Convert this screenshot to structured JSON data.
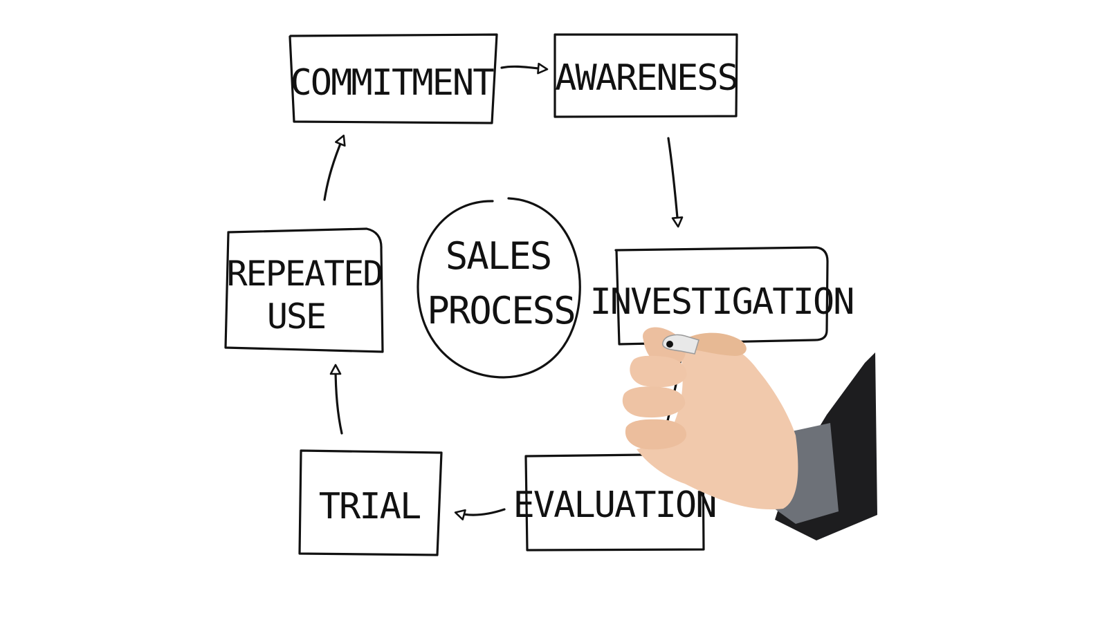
{
  "diagram": {
    "center": {
      "lines": [
        "SALES",
        "PROCESS"
      ]
    },
    "steps": [
      {
        "id": "commitment",
        "lines": [
          "COMMITMENT"
        ]
      },
      {
        "id": "awareness",
        "lines": [
          "AWARENESS"
        ]
      },
      {
        "id": "investigation",
        "lines": [
          "INVESTIGATION"
        ]
      },
      {
        "id": "evaluation",
        "lines": [
          "EVALUATION"
        ]
      },
      {
        "id": "trial",
        "lines": [
          "TRIAL"
        ]
      },
      {
        "id": "repeated-use",
        "lines": [
          "REPEATED",
          "USE"
        ]
      }
    ],
    "flow": [
      {
        "from": "commitment",
        "to": "awareness"
      },
      {
        "from": "awareness",
        "to": "investigation"
      },
      {
        "from": "investigation",
        "to": "evaluation"
      },
      {
        "from": "evaluation",
        "to": "trial"
      },
      {
        "from": "trial",
        "to": "repeated-use"
      },
      {
        "from": "repeated-use",
        "to": "commitment"
      }
    ],
    "colors": {
      "ink": "#111111",
      "background": "#ffffff",
      "skin": "#f1c9ac",
      "sleeve": "#1d1d1f",
      "cuff": "#6d7178",
      "marker": "#e8e8e8"
    }
  }
}
